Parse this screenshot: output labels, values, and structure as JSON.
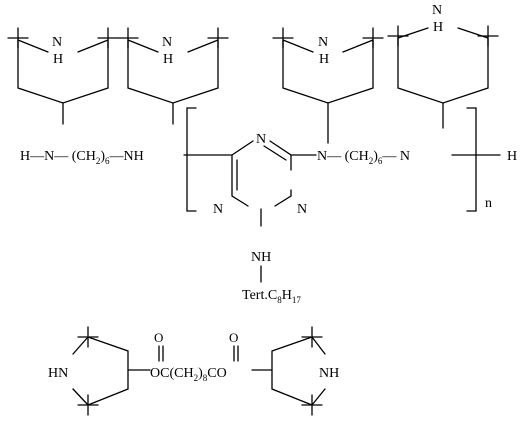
{
  "labels": {
    "nh": "NH",
    "n_upper": "N",
    "h_lower": "H",
    "n": "N",
    "h": "H",
    "hn": "HN",
    "repeat_n": "n",
    "o": "O",
    "chain_left_main": "H—N— (CH",
    "chain_left_sub2": "2",
    "chain_left_close": ")",
    "chain_left_sub6": "6",
    "chain_left_nh": "—NH",
    "chain_right_main": "N— (CH",
    "chain_right_sub2": "2",
    "chain_right_close": ")",
    "chain_right_sub6": "6",
    "chain_right_n": "— N",
    "tert_main": "Tert.C",
    "tert_sub8": "8",
    "tert_h": "H",
    "tert_sub17": "17",
    "ester_oc": "OC(CH",
    "ester_sub2": "2",
    "ester_close": ")",
    "ester_sub8": "8",
    "ester_co": "CO"
  }
}
